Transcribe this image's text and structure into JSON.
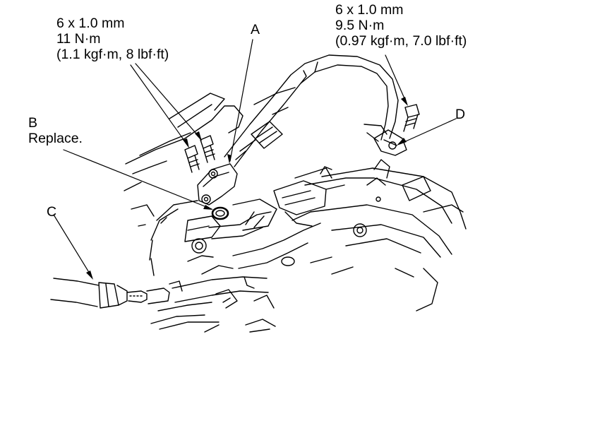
{
  "callouts": {
    "left_torque": {
      "size": "6 x 1.0 mm",
      "torque": "11 N·m",
      "imperial": "(1.1 kgf·m, 8 lbf·ft)"
    },
    "right_torque": {
      "size": "6 x 1.0 mm",
      "torque": "9.5 N·m",
      "imperial": "(0.97 kgf·m, 7.0 lbf·ft)"
    },
    "a": {
      "letter": "A"
    },
    "b": {
      "letter": "B",
      "note": "Replace."
    },
    "c": {
      "letter": "C"
    },
    "d": {
      "letter": "D"
    }
  },
  "colors": {
    "line": "#000000",
    "background": "#ffffff"
  }
}
